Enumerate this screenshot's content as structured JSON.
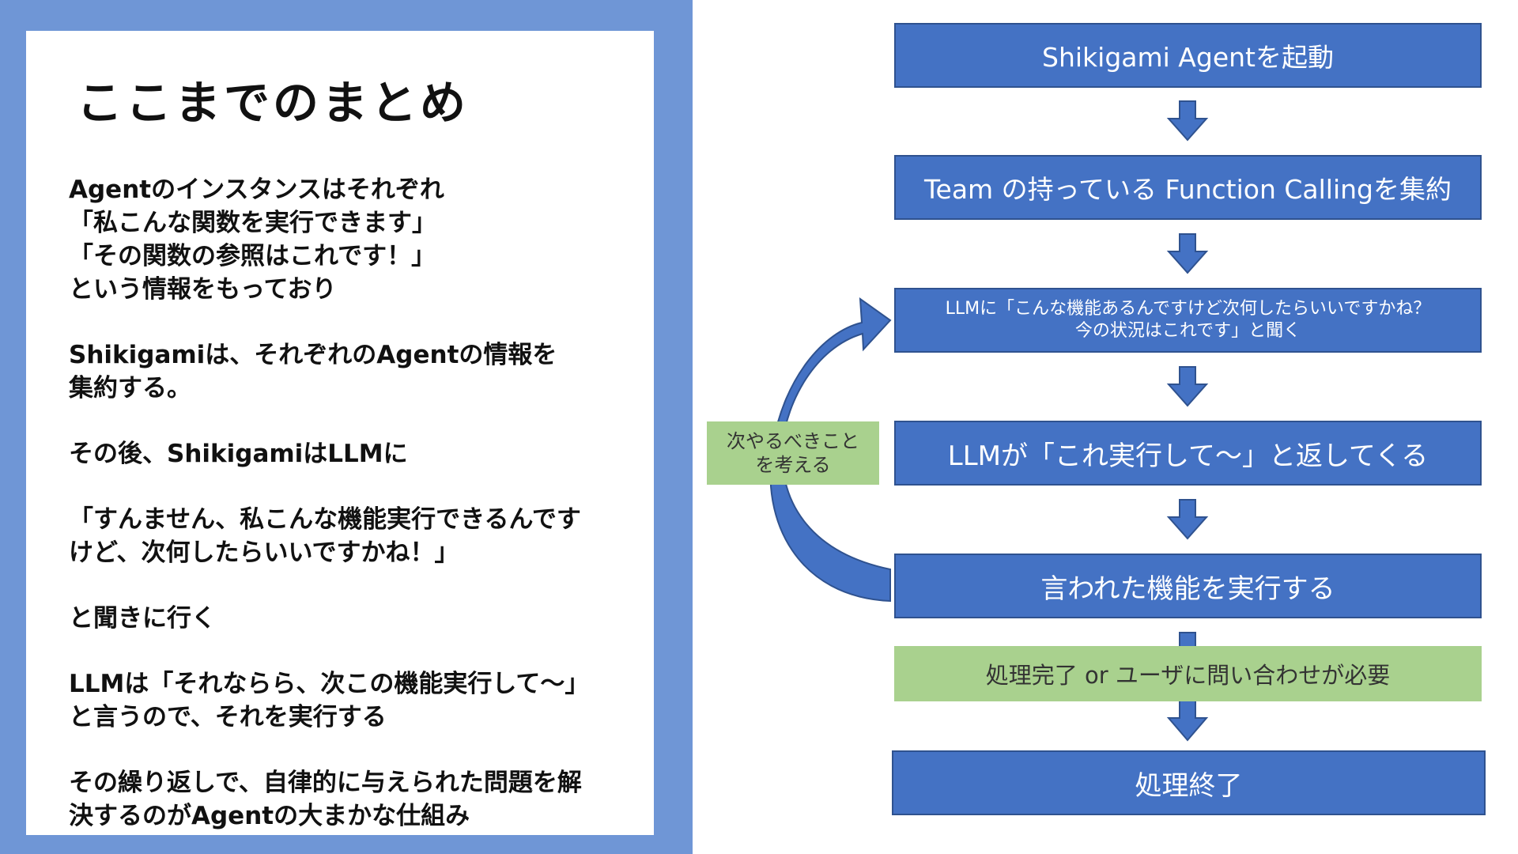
{
  "summary": {
    "title": "ここまでのまとめ",
    "paragraphs": [
      "Agentのインスタンスはそれぞれ\n「私こんな関数を実行できます」\n「その関数の参照はこれです！」\nという情報をもっており",
      "Shikigamiは、それぞれのAgentの情報を\n集約する。",
      "その後、ShikigamiはLLMに",
      "「すんません、私こんな機能実行できるんです\nけど、次何したらいいですかね！」",
      "と聞きに行く",
      "LLMは「それならら、次この機能実行して～」\nと言うので、それを実行する",
      "その繰り返しで、自律的に与えられた問題を解\n決するのがAgentの大まかな仕組み"
    ]
  },
  "flow": {
    "steps": [
      "Shikigami Agentを起動",
      "Team の持っている Function Callingを集約",
      "LLMに「こんな機能あるんですけど次何したらいいですかね？\n今の状況はこれです」と聞く",
      "LLMが「これ実行して～」と返してくる",
      "言われた機能を実行する"
    ],
    "condition": "処理完了 or ユーザに問い合わせが必要",
    "end": "処理終了",
    "loop_label": "次やるべきこと\nを考える"
  },
  "colors": {
    "box_fill": "#4472c4",
    "box_border": "#2f528f",
    "condition_fill": "#a9d18e",
    "left_band": "#6f96d6"
  }
}
